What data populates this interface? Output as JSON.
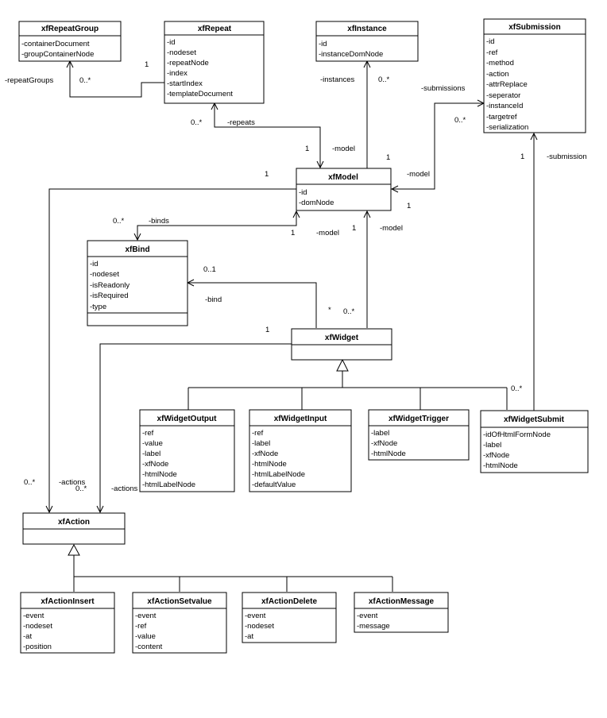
{
  "classes": {
    "xfRepeatGroup": {
      "name": "xfRepeatGroup",
      "attributes": [
        "-containerDocument",
        "-groupContainerNode"
      ]
    },
    "xfRepeat": {
      "name": "xfRepeat",
      "attributes": [
        "-id",
        "-nodeset",
        "-repeatNode",
        "-index",
        "-startIndex",
        "-templateDocument"
      ]
    },
    "xfInstance": {
      "name": "xfInstance",
      "attributes": [
        "-id",
        "-instanceDomNode"
      ]
    },
    "xfSubmission": {
      "name": "xfSubmission",
      "attributes": [
        "-id",
        "-ref",
        "-method",
        "-action",
        "-attrReplace",
        "-seperator",
        "-instanceId",
        "-targetref",
        "-serialization"
      ]
    },
    "xfModel": {
      "name": "xfModel",
      "attributes": [
        "-id",
        "-domNode"
      ]
    },
    "xfBind": {
      "name": "xfBind",
      "attributes": [
        "-id",
        "-nodeset",
        "-isReadonly",
        "-isRequired",
        "-type"
      ]
    },
    "xfWidget": {
      "name": "xfWidget",
      "attributes": []
    },
    "xfWidgetOutput": {
      "name": "xfWidgetOutput",
      "attributes": [
        "-ref",
        "-value",
        "-label",
        "-xfNode",
        "-htmlNode",
        "-htmlLabelNode"
      ]
    },
    "xfWidgetInput": {
      "name": "xfWidgetInput",
      "attributes": [
        "-ref",
        "-label",
        "-xfNode",
        "-htmlNode",
        "-htmlLabelNode",
        "-defaultValue"
      ]
    },
    "xfWidgetTrigger": {
      "name": "xfWidgetTrigger",
      "attributes": [
        "-label",
        "-xfNode",
        "-htmlNode"
      ]
    },
    "xfWidgetSubmit": {
      "name": "xfWidgetSubmit",
      "attributes": [
        "-idOfHtmlFormNode",
        "-label",
        "-xfNode",
        "-htmlNode"
      ]
    },
    "xfAction": {
      "name": "xfAction",
      "attributes": []
    },
    "xfActionInsert": {
      "name": "xfActionInsert",
      "attributes": [
        "-event",
        "-nodeset",
        "-at",
        "-position"
      ]
    },
    "xfActionSetvalue": {
      "name": "xfActionSetvalue",
      "attributes": [
        "-event",
        "-ref",
        "-value",
        "-content"
      ]
    },
    "xfActionDelete": {
      "name": "xfActionDelete",
      "attributes": [
        "-event",
        "-nodeset",
        "-at"
      ]
    },
    "xfActionMessage": {
      "name": "xfActionMessage",
      "attributes": [
        "-event",
        "-message"
      ]
    }
  },
  "labels": {
    "repeatGroups": "-repeatGroups",
    "repeatGroupsMult": "0..*",
    "repeatGroupsOne": "1",
    "repeats": "-repeats",
    "repeatsMult": "0..*",
    "repeatsOne": "1",
    "repeatsModel": "-model",
    "instances": "-instances",
    "instancesMult": "0..*",
    "instancesOne": "1",
    "submissions": "-submissions",
    "submissionsMult": "0..*",
    "submissionsModel": "-model",
    "submissionsOne": "1",
    "binds": "-binds",
    "bindsMult": "0..*",
    "bindsOne": "1",
    "bindsModel": "-model",
    "widgetModel": "-model",
    "widgetModelOne": "1",
    "widgetModelMult": "0..*",
    "bind": "-bind",
    "bindMult": "0..1",
    "bindStar": "*",
    "modelActionsOne": "1",
    "modelActions": "-actions",
    "modelActionsMult": "0..*",
    "widgetActionsOne": "1",
    "widgetActions": "-actions",
    "widgetActionsMult": "0..*",
    "submissionLink": "-submission",
    "submissionOne": "1",
    "submitMult": "0..*"
  }
}
